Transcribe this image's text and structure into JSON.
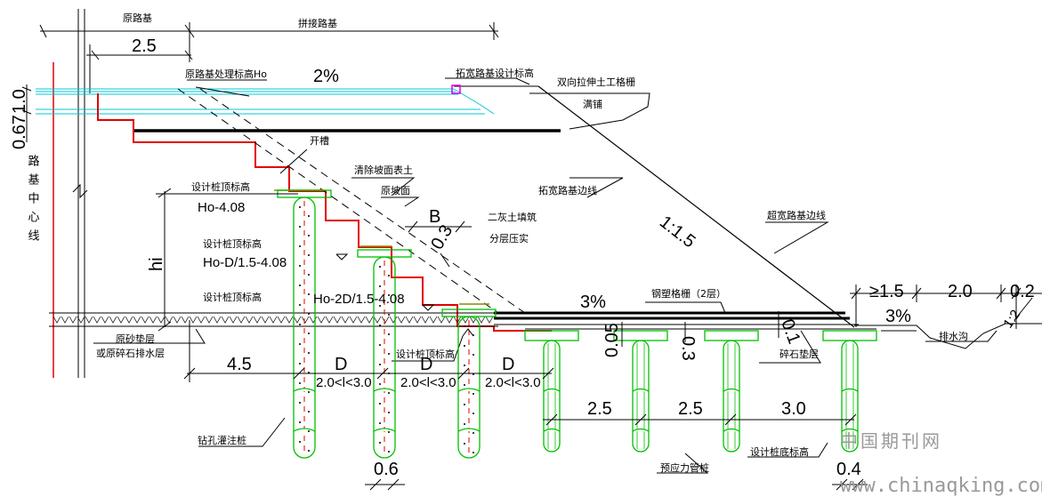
{
  "labels": {
    "original_subgrade": "原路基",
    "widened_subgrade": "拼接路基",
    "dim_2_5_top": "2.5",
    "ho_label": "原路基处理标高Ho",
    "slope_2pct": "2%",
    "widened_design_elev": "拓宽路基设计标高",
    "geogrid_biaxial": "双向拉伸土工格栅",
    "full_pave": "满铺",
    "dim_1_0": "1.0",
    "dim_0_67": "0.67",
    "centerline": "路基中心线",
    "step_cut": "开槽",
    "clear_topsoil": "清除坡面表土",
    "orig_slope": "原坡面",
    "widened_edge": "拓宽路基边线",
    "pile_top_1_title": "设计桩顶标高",
    "pile_top_1_value": "Ho-4.08",
    "dim_B": "B",
    "lime_soil": "二灰土填筑",
    "layered_compact": "分层压实",
    "dim_0_3_a": "0.3",
    "slope_ratio": "1:1.5",
    "pile_top_2_title": "设计桩顶标高",
    "pile_top_2_value": "Ho-D/1.5-4.08",
    "dim_hi": "hi",
    "widened_edge2": "超宽路基边线",
    "pile_top_3_title": "设计桩顶标高",
    "pile_top_3_value": "Ho-2D/1.5-4.08",
    "slope_3pct_a": "3%",
    "steel_geogrid": "钢塑格栅（2层）",
    "dim_ge_1_5": "≥1.5",
    "dim_2_0_right": "2.0",
    "dim_0_2": "0.2",
    "slope_3pct_b": "3%",
    "dim_1_2": "1:2",
    "drain_ditch": "排水沟",
    "sand_layer_1": "原砂垫层",
    "sand_layer_2": "或原碎石排水层",
    "dim_4_5": "4.5",
    "pile_top_4": "设计桩顶标高",
    "dim_0_05": "0.05",
    "dim_0_3_b": "0.3",
    "dim_0_1": "0.1",
    "gravel_cushion": "碎石垫层",
    "dim_D1": "D",
    "dim_D2": "D",
    "dim_D3": "D",
    "spacing_1": "2.0<l<3.0",
    "spacing_2": "2.0<l<3.0",
    "spacing_3": "2.0<l<3.0",
    "dim_2_5_a": "2.5",
    "dim_2_5_b": "2.5",
    "dim_3_0": "3.0",
    "bored_pile": "钻孔灌注桩",
    "prestressed_pile": "预应力管桩",
    "pile_bottom": "设计桩底标高",
    "dim_0_6": "0.6",
    "dim_0_4": "0.4",
    "watermark_cn": "中国期刊网",
    "watermark_url": "www.chinaqking.com"
  },
  "colors": {
    "line": "#000000",
    "red_step": "#e00000",
    "pile_green": "#00c000",
    "cyan_pavement": "#00c8d8",
    "magenta_marker": "#e000e0",
    "watermark": "#9a9a9a"
  }
}
